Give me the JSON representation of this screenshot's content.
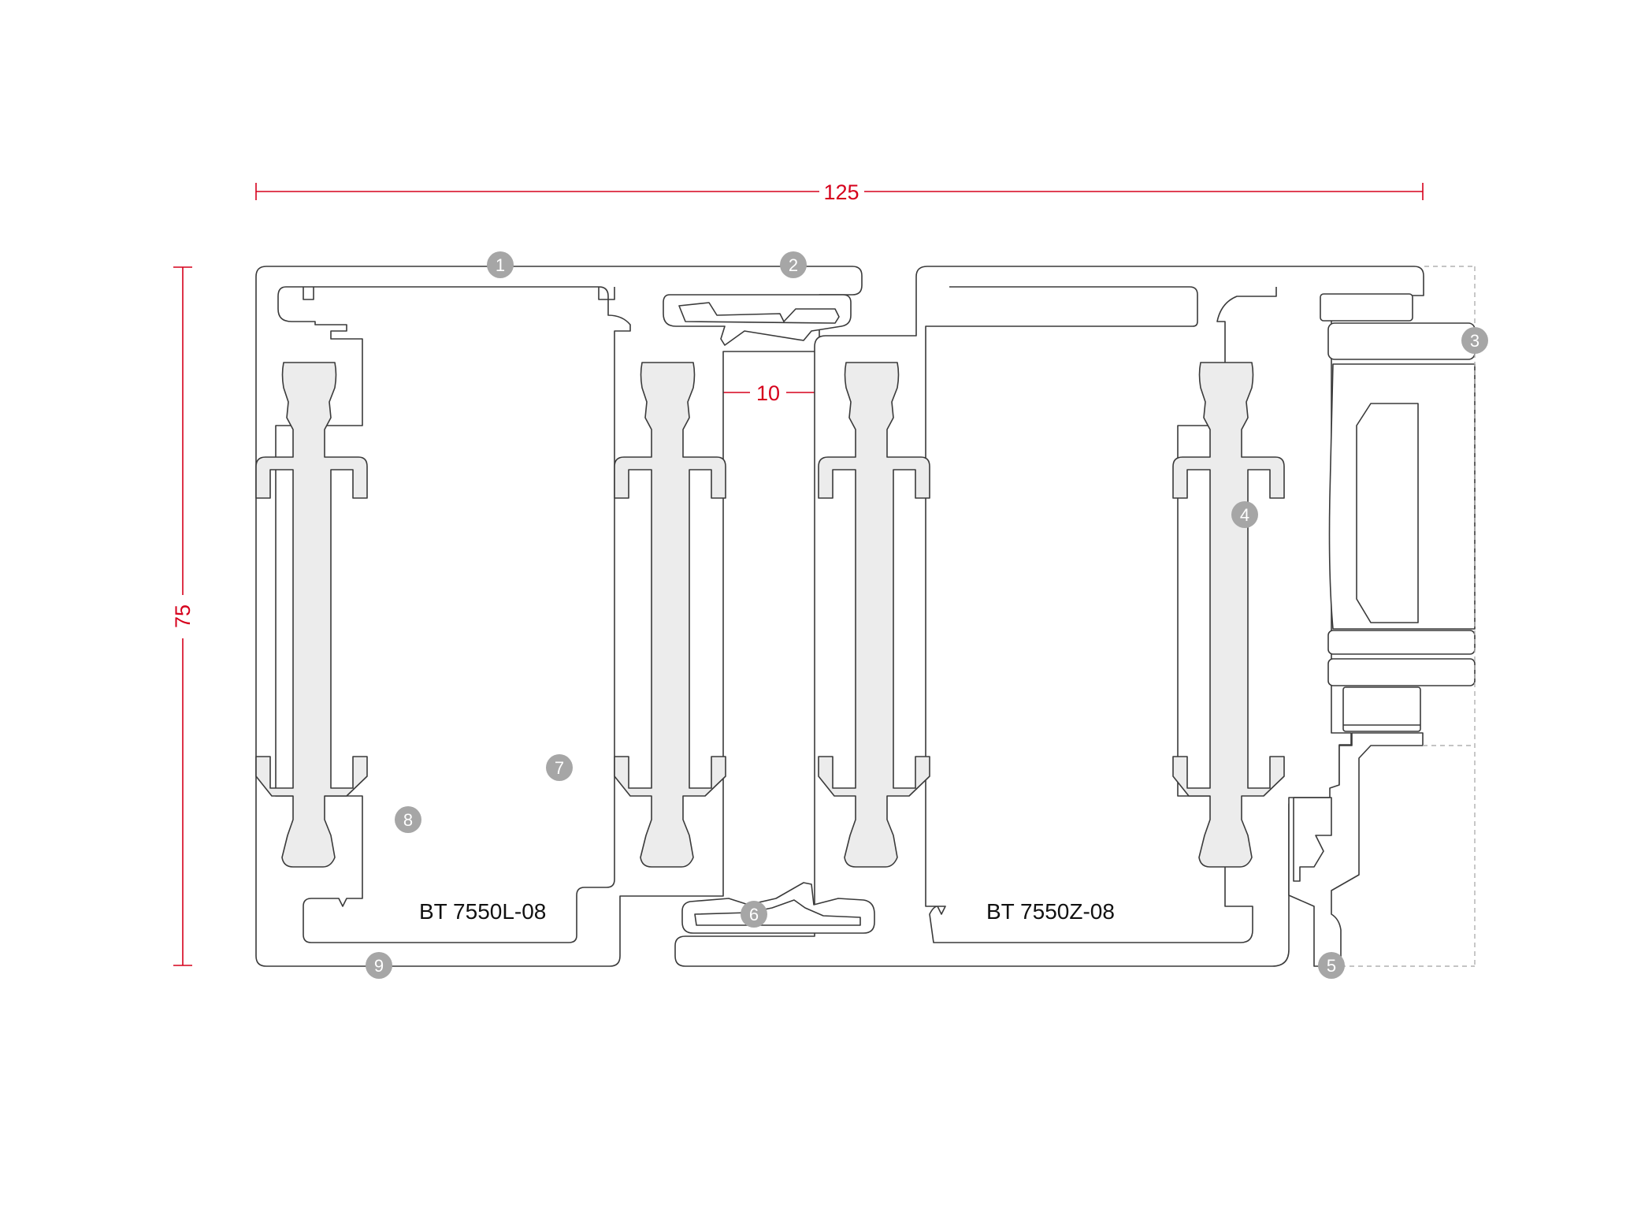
{
  "dimensions": {
    "width_label": "125",
    "height_label": "75",
    "gap_label": "10"
  },
  "profiles": {
    "left_label": "BT 7550L-08",
    "right_label": "BT 7550Z-08"
  },
  "callouts": [
    "1",
    "2",
    "3",
    "4",
    "5",
    "6",
    "7",
    "8",
    "9"
  ],
  "colors": {
    "dimension": "#d6001c",
    "outline": "#3a3a3a",
    "callout": "#a6a6a6",
    "strip": "#ececec"
  }
}
